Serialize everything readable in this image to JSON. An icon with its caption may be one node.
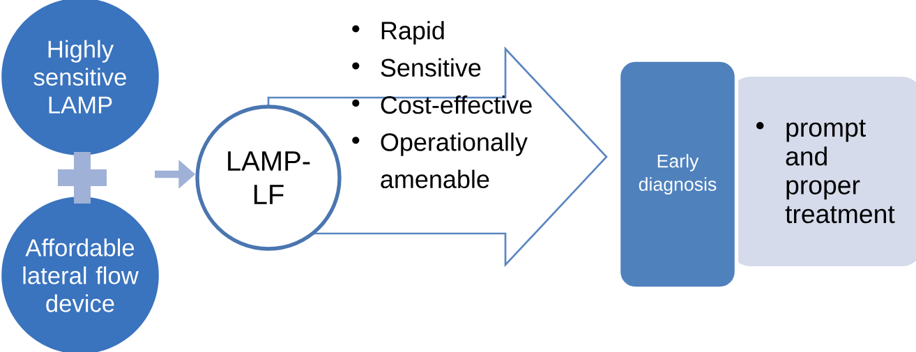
{
  "diagram": {
    "nodes": [
      {
        "text": [
          "Highly sensitive LAMP"
        ]
      },
      {
        "text": [
          "Affordable lateral flow device"
        ]
      },
      {
        "text": [
          "LAMP-LF"
        ]
      },
      {
        "text": [
          "Rapid",
          "Sensitive",
          "Cost-effective",
          "Operationally amenable"
        ]
      },
      {
        "text": [
          "Early diagnosis"
        ]
      },
      {
        "text": [
          "prompt and proper treatment"
        ]
      }
    ],
    "edges": [
      {
        "from": null,
        "to": 2,
        "arrow": "to"
      }
    ]
  }
}
